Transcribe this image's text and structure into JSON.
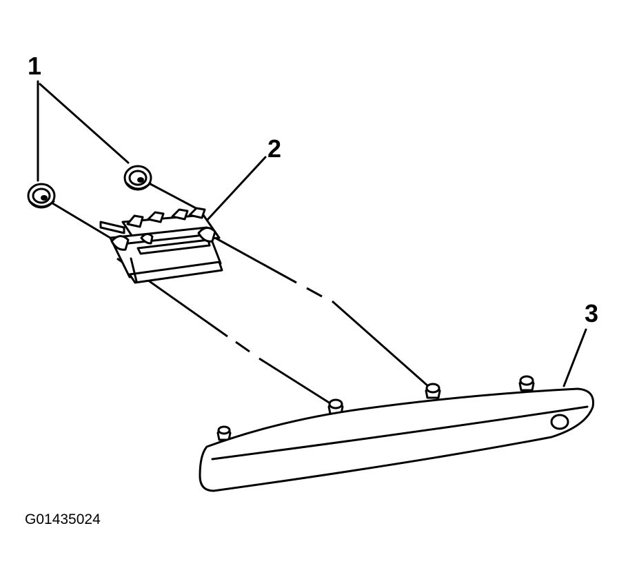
{
  "callouts": {
    "nuts": "1",
    "bracket": "2",
    "lamp": "3"
  },
  "figure_code": "G01435024",
  "colors": {
    "ink": "#000000",
    "paper": "#ffffff"
  }
}
